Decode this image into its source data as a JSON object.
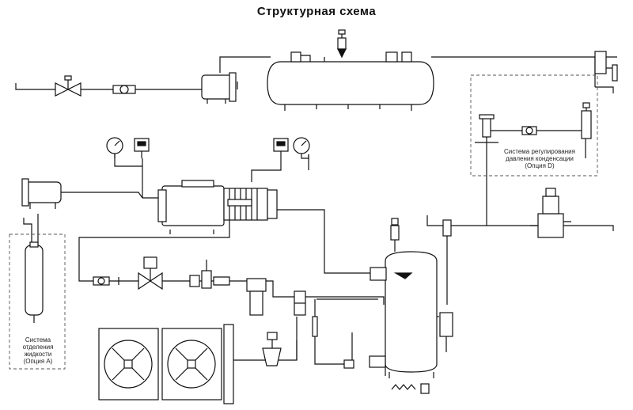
{
  "diagram": {
    "title": "Структурная  схема",
    "option_a": [
      "Система",
      "отделения",
      "жидкости",
      "(Опция А)"
    ],
    "option_d": [
      "Система регулирования",
      "давления конденсации",
      "(Опция D)"
    ]
  },
  "colors": {
    "line": "#111111",
    "dash": "#555555",
    "fill": "#ffffff"
  }
}
